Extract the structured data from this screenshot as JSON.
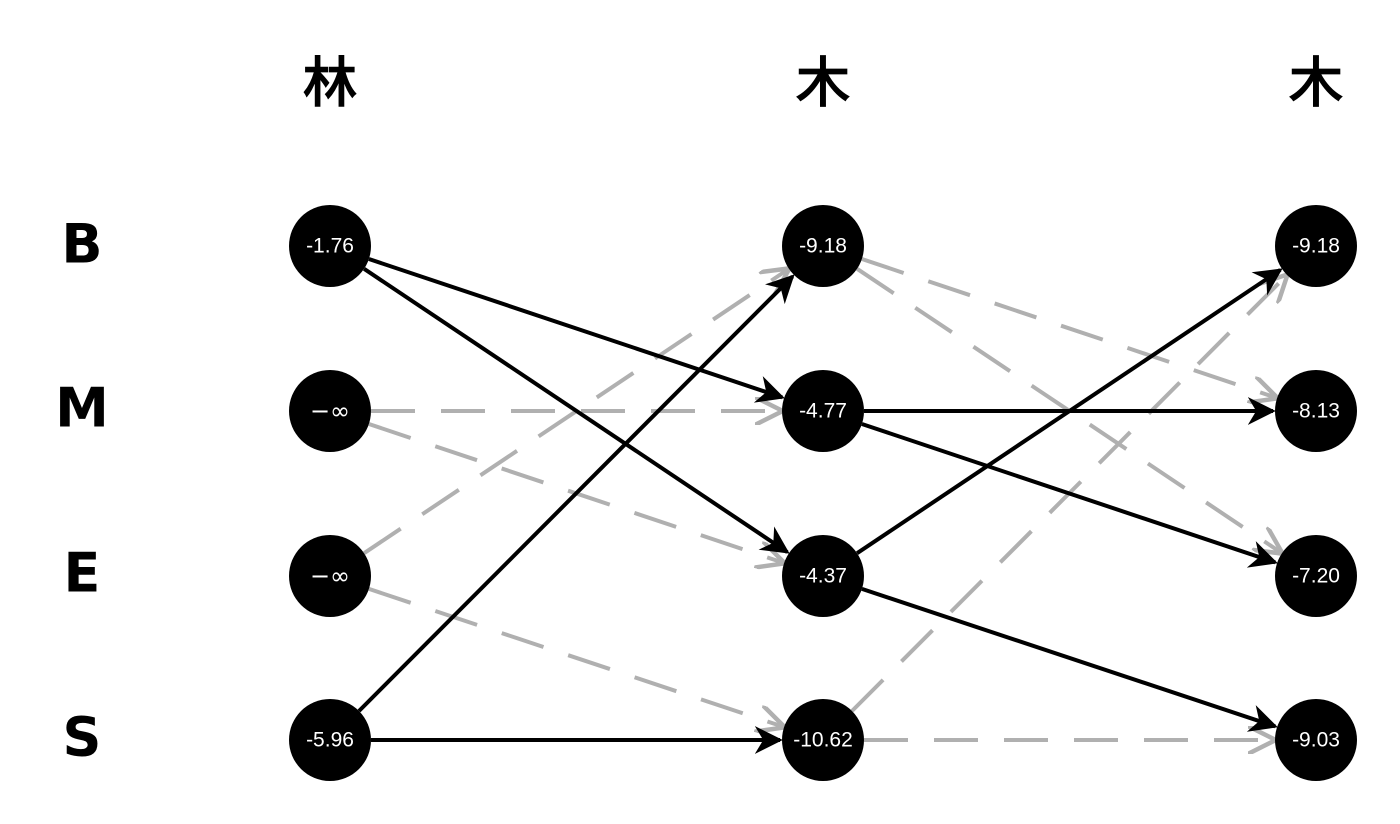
{
  "columns": [
    {
      "char": "林",
      "values": [
        "-1.76",
        "−∞",
        "−∞",
        "-5.96"
      ]
    },
    {
      "char": "木",
      "values": [
        "-9.18",
        "-4.77",
        "-4.37",
        "-10.62"
      ]
    },
    {
      "char": "木",
      "values": [
        "-9.18",
        "-8.13",
        "-7.20",
        "-9.03"
      ]
    }
  ],
  "rows": [
    "B",
    "M",
    "E",
    "S"
  ],
  "edges": {
    "best_path": [
      {
        "from": [
          0,
          0
        ],
        "to": [
          1,
          1
        ]
      },
      {
        "from": [
          0,
          0
        ],
        "to": [
          1,
          2
        ]
      },
      {
        "from": [
          0,
          3
        ],
        "to": [
          1,
          0
        ]
      },
      {
        "from": [
          0,
          3
        ],
        "to": [
          1,
          3
        ]
      },
      {
        "from": [
          1,
          1
        ],
        "to": [
          2,
          1
        ]
      },
      {
        "from": [
          1,
          1
        ],
        "to": [
          2,
          2
        ]
      },
      {
        "from": [
          1,
          2
        ],
        "to": [
          2,
          0
        ]
      },
      {
        "from": [
          1,
          2
        ],
        "to": [
          2,
          3
        ]
      }
    ],
    "other": [
      {
        "from": [
          0,
          1
        ],
        "to": [
          1,
          1
        ]
      },
      {
        "from": [
          0,
          1
        ],
        "to": [
          1,
          2
        ]
      },
      {
        "from": [
          0,
          2
        ],
        "to": [
          1,
          0
        ]
      },
      {
        "from": [
          0,
          2
        ],
        "to": [
          1,
          3
        ]
      },
      {
        "from": [
          1,
          0
        ],
        "to": [
          2,
          1
        ]
      },
      {
        "from": [
          1,
          0
        ],
        "to": [
          2,
          2
        ]
      },
      {
        "from": [
          1,
          3
        ],
        "to": [
          2,
          0
        ]
      },
      {
        "from": [
          1,
          3
        ],
        "to": [
          2,
          3
        ]
      }
    ]
  },
  "colors": {
    "node_fill": "#000000",
    "node_text": "#ffffff",
    "best_edge": "#000000",
    "other_edge": "#b0b0b0"
  }
}
